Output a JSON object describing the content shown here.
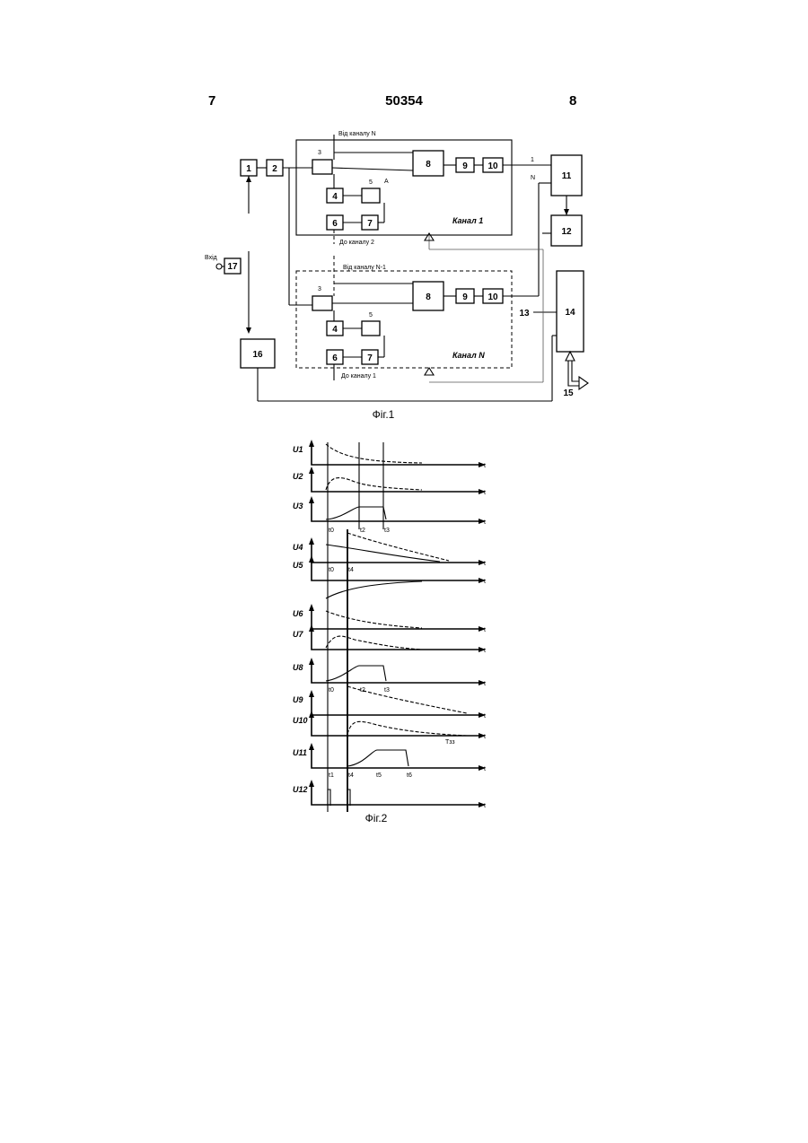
{
  "header": {
    "left_page": "7",
    "doc_number": "50354",
    "right_page": "8"
  },
  "fig1": {
    "caption": "Фіг.1",
    "blocks": {
      "b1": "1",
      "b2": "2",
      "b3_1": "3",
      "b4_1": "4",
      "b5_1": "5",
      "b6_1": "6",
      "b7_1": "7",
      "b8_1": "8",
      "b9_1": "9",
      "b10_1": "10",
      "b3_n": "3",
      "b4_n": "4",
      "b5_n": "5",
      "b6_n": "6",
      "b7_n": "7",
      "b8_n": "8",
      "b9_n": "9",
      "b10_n": "10",
      "b11": "11",
      "b12": "12",
      "b13": "13",
      "b14": "14",
      "b15": "15",
      "b16": "16",
      "b17": "17"
    },
    "labels": {
      "from_channel_n": "Від каналу N",
      "to_channel_2": "До каналу 2",
      "from_channel_n1": "Від каналу N-1",
      "to_channel_1": "До каналу 1",
      "channel_1": "Канал 1",
      "channel_n": "Канал N",
      "input": "Вхід",
      "point_a": "A",
      "out_1": "1",
      "out_n": "N"
    }
  },
  "fig2": {
    "caption": "Фіг.2",
    "signals": [
      "U1",
      "U2",
      "U3",
      "U4",
      "U5",
      "U6",
      "U7",
      "U8",
      "U9",
      "U10",
      "U11",
      "U12"
    ],
    "axis_label": "t",
    "time_marks": [
      "t0",
      "t1",
      "t2",
      "t3",
      "t4",
      "t5",
      "t6"
    ],
    "extra_label": "Тзз"
  }
}
